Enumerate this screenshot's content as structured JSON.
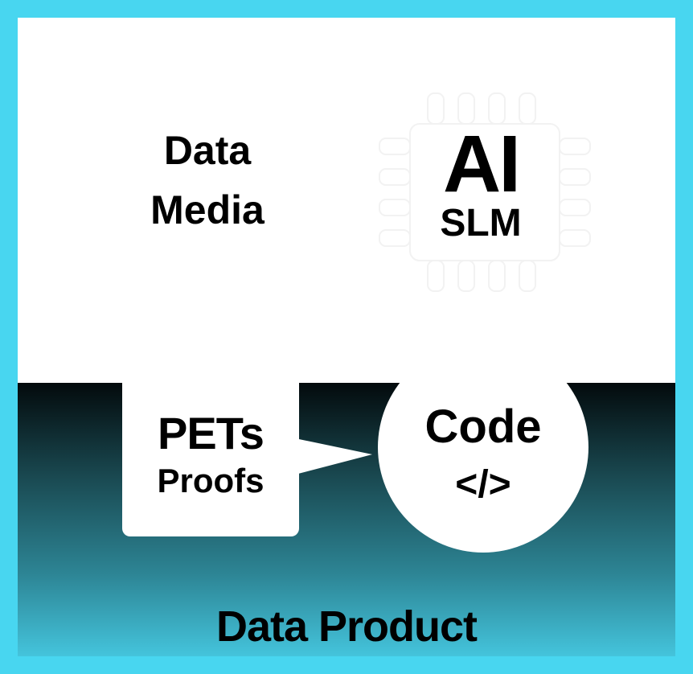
{
  "top": {
    "line1": "Data",
    "line2": "Media"
  },
  "ai": {
    "title": "AI",
    "subtitle": "SLM"
  },
  "pets": {
    "title": "PETs",
    "subtitle": "Proofs"
  },
  "code": {
    "title": "Code",
    "symbol": "</>"
  },
  "footer": {
    "label": "Data Product"
  },
  "colors": {
    "border": "#48d6f0",
    "gradient_top": "#030a0c",
    "gradient_bottom": "#44c4dc"
  }
}
